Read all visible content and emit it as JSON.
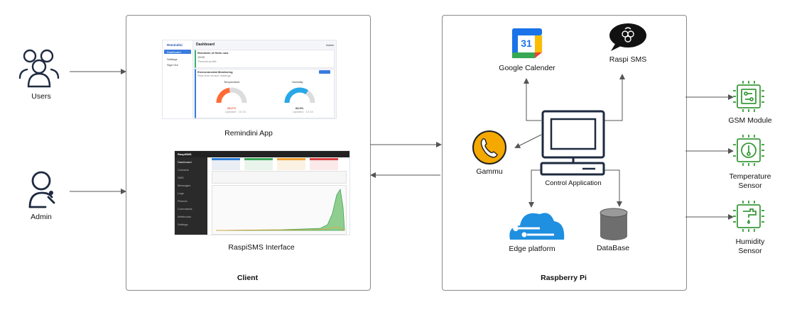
{
  "left_actors": [
    {
      "label": "Users"
    },
    {
      "label": "Admin"
    }
  ],
  "client": {
    "title": "Client",
    "apps": [
      {
        "label": "Remindini App"
      },
      {
        "label": "RaspiSMS Interface"
      }
    ],
    "remindini_screen": {
      "brand": "Remindini",
      "page_title": "Dashboard",
      "user": "Admin",
      "nav": [
        "Dashboard",
        "Settings",
        "Sign Out"
      ],
      "card1_title": "Reminder of Hello now",
      "card1_line1": "13:00",
      "card1_line2": "Thermal profile",
      "card2_title": "Environmental Monitoring",
      "card2_sub": "Real-time sensor readings",
      "card2_button": "Refresh Data",
      "gauges": [
        {
          "label": "Temperature",
          "value": "25.2°C",
          "sub": "Updated · 10:15",
          "fraction": 0.45,
          "color": "#ff6b35"
        },
        {
          "label": "Humidity",
          "value": "68.9%",
          "sub": "Updated · 10:15",
          "fraction": 0.69,
          "color": "#29a8e8"
        }
      ]
    },
    "raspisms_screen": {
      "brand": "RaspiSMS",
      "sidebar": [
        "Dashboard",
        "Contacts",
        "SMS",
        "Messages",
        "Logs",
        "Phones",
        "Commands",
        "Webhooks",
        "Settings"
      ]
    }
  },
  "pi": {
    "title": "Raspberry Pi",
    "nodes": {
      "google": {
        "label": "Google Calender",
        "icon": "google-calendar-icon",
        "day": "31"
      },
      "raspisms": {
        "label": "Raspi SMS",
        "icon": "raspberry-pi-icon"
      },
      "gammu": {
        "label": "Gammu",
        "icon": "phone-icon"
      },
      "control": {
        "label": "Control Application",
        "icon": "computer-icon"
      },
      "edge": {
        "label": "Edge platform",
        "icon": "cloud-icon"
      },
      "database": {
        "label": "DataBase",
        "icon": "database-icon"
      }
    }
  },
  "hardware": [
    {
      "label": "GSM Module",
      "icon": "gsm-chip-icon"
    },
    {
      "label": "Temperature Sensor",
      "line1": "Temperature",
      "line2": "Sensor",
      "icon": "thermometer-chip-icon"
    },
    {
      "label": "Humidity Sensor",
      "line1": "Humidity",
      "line2": "Sensor",
      "icon": "faucet-chip-icon"
    }
  ],
  "colors": {
    "arrow": "#555555",
    "chip_green": "#3a9a3a",
    "gammu_yellow": "#f5a800",
    "edge_blue": "#1f8fe0",
    "db_gray": "#6e6e6e",
    "computer_navy": "#1e2a3f"
  }
}
